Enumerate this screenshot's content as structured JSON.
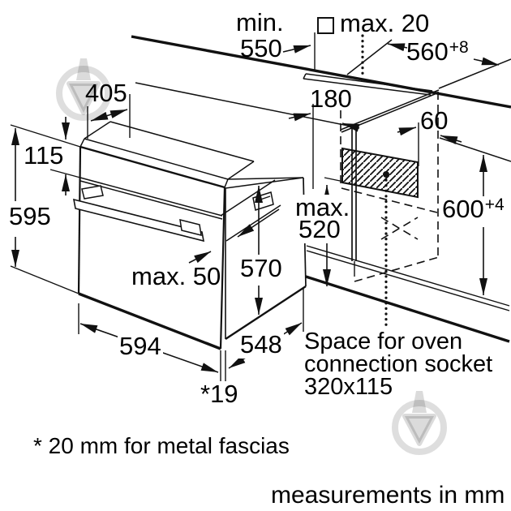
{
  "diagram_title": "built-in oven installation dimensions",
  "labels": {
    "min": "min.",
    "v550": "550",
    "max20": "max. 20",
    "v560": "560",
    "v560sup": "+8",
    "v405": "405",
    "v115": "115",
    "v595": "595",
    "v180": "180",
    "v60": "60",
    "v600": "600",
    "v600sup": "+4",
    "max_word": "max.",
    "v520": "520",
    "max50": "max. 50",
    "v570": "570",
    "v594": "594",
    "v548": "548",
    "v19": "*19"
  },
  "notes": {
    "socket1": "Space for oven",
    "socket2": "connection socket",
    "socket3": "320x115",
    "fascia": "* 20 mm for metal fascias",
    "units": "measurements in mm"
  },
  "colors": {
    "line": "#111111",
    "background": "#ffffff",
    "watermark": "rgba(0,0,0,0.14)"
  }
}
